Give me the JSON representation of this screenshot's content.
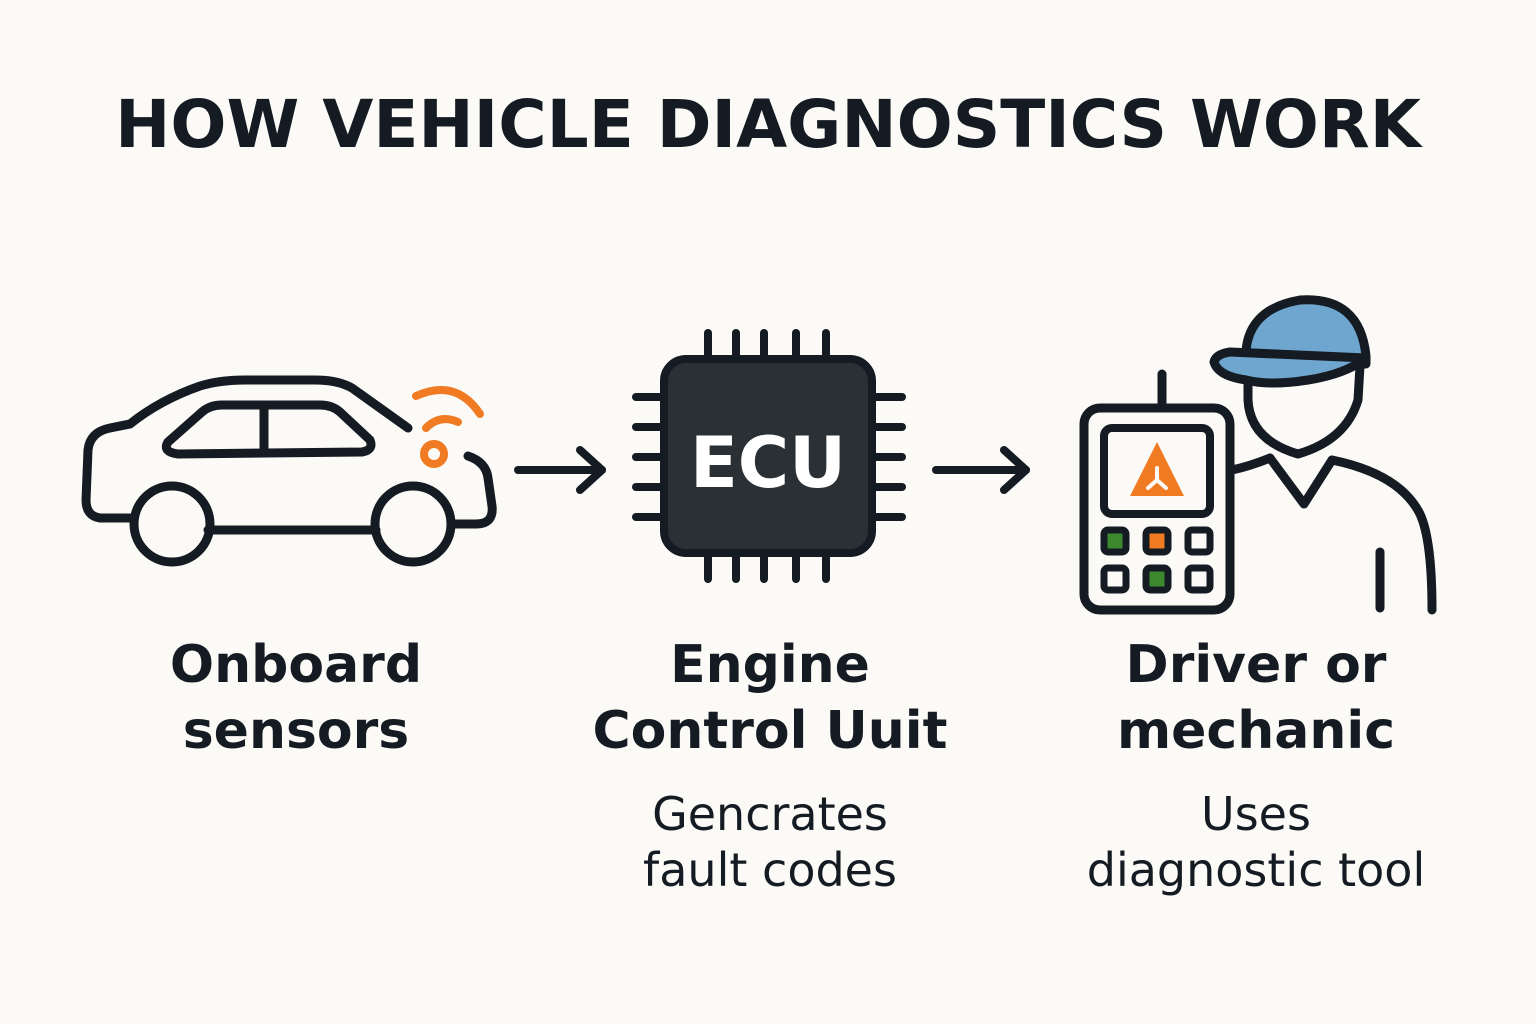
{
  "title": "HOW VEHICLE DIAGNOSTICS WORK",
  "colors": {
    "ink": "#141b22",
    "accent_orange": "#f07b22",
    "chip_fill": "#2b3034",
    "cap_blue": "#6fa6cf",
    "key_green": "#3d8a2e",
    "background": "#fbfaf7"
  },
  "steps": [
    {
      "icon": "car-sensor-icon",
      "label_lines": [
        "Onboard",
        "sensors"
      ],
      "desc_lines": []
    },
    {
      "icon": "ecu-chip-icon",
      "chip_text": "ECU",
      "label_lines": [
        "Engine",
        "Control Uuit"
      ],
      "desc_lines": [
        "Gencrates",
        "fault codes"
      ]
    },
    {
      "icon": "mechanic-scanner-icon",
      "label_lines": [
        "Driver or",
        "mechanic"
      ],
      "desc_lines": [
        "Uses",
        "diagnostic tool"
      ]
    }
  ]
}
